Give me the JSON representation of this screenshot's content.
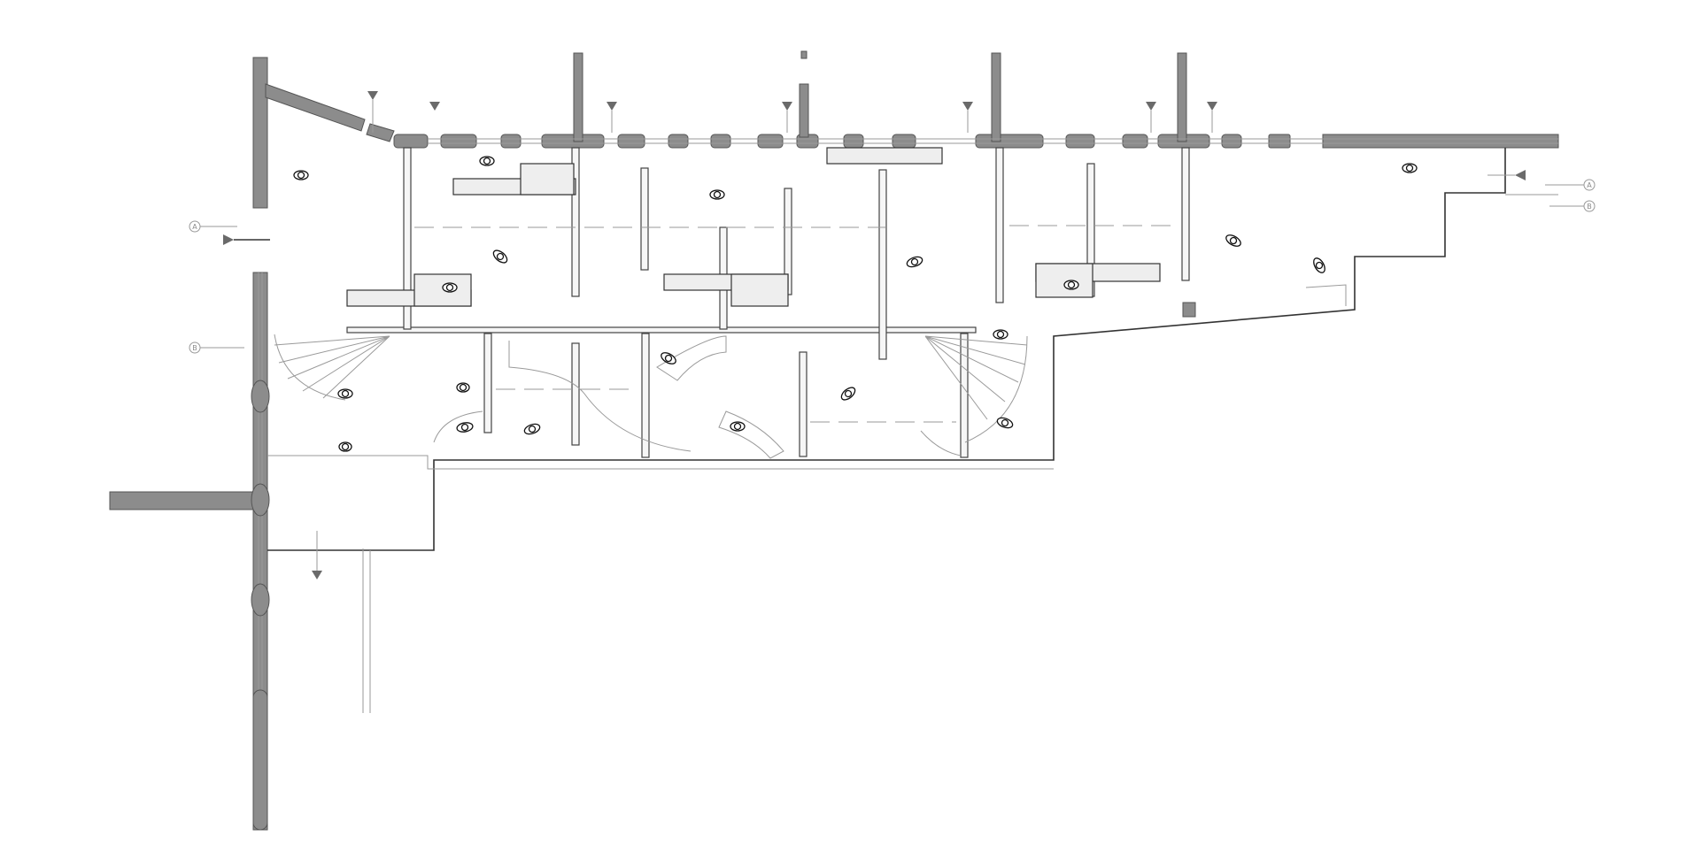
{
  "drawing": {
    "type": "architectural floor plan",
    "section_markers": [
      "A",
      "B"
    ]
  },
  "colors": {
    "wall_fill": "#8c8c8c",
    "line": "#333333",
    "partition_fill": "#f6f6f6",
    "background": "#ffffff"
  },
  "icons": [
    "section-cut-marker",
    "view-direction-triangle",
    "person-figure"
  ]
}
